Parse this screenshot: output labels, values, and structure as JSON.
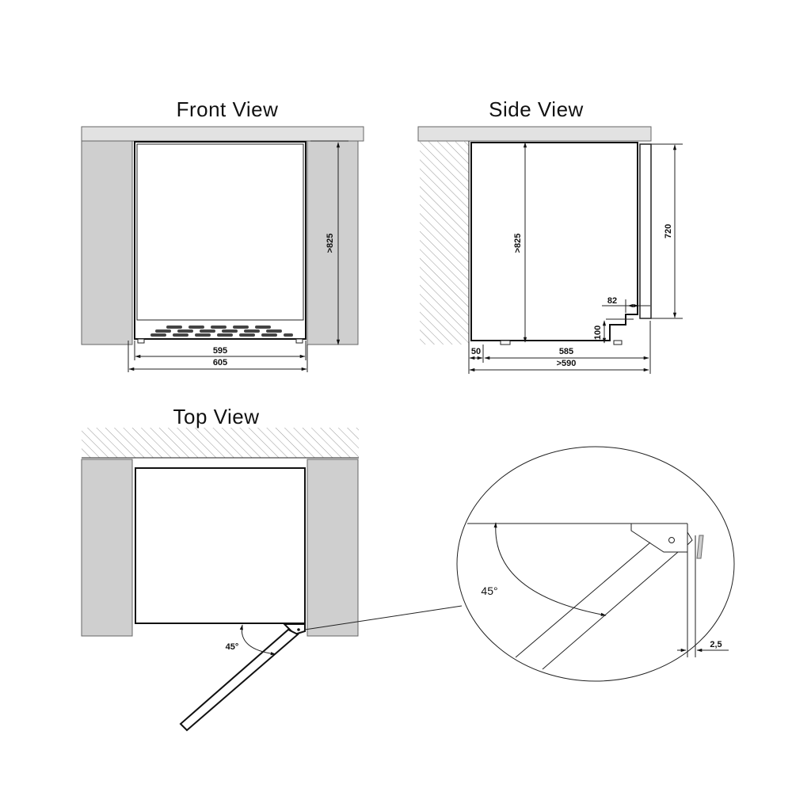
{
  "titles": {
    "front": "Front View",
    "side": "Side View",
    "top": "Top View"
  },
  "front": {
    "height": ">825",
    "inner_width": "595",
    "outer_width": "605"
  },
  "side": {
    "height": ">825",
    "door_height": "720",
    "door_depth": "82",
    "plinth_height": "100",
    "wall_gap": "50",
    "body_depth": "585",
    "total_depth": ">590"
  },
  "top": {
    "door_angle": "45°"
  },
  "detail": {
    "door_angle": "45°",
    "gap": "2,5"
  }
}
